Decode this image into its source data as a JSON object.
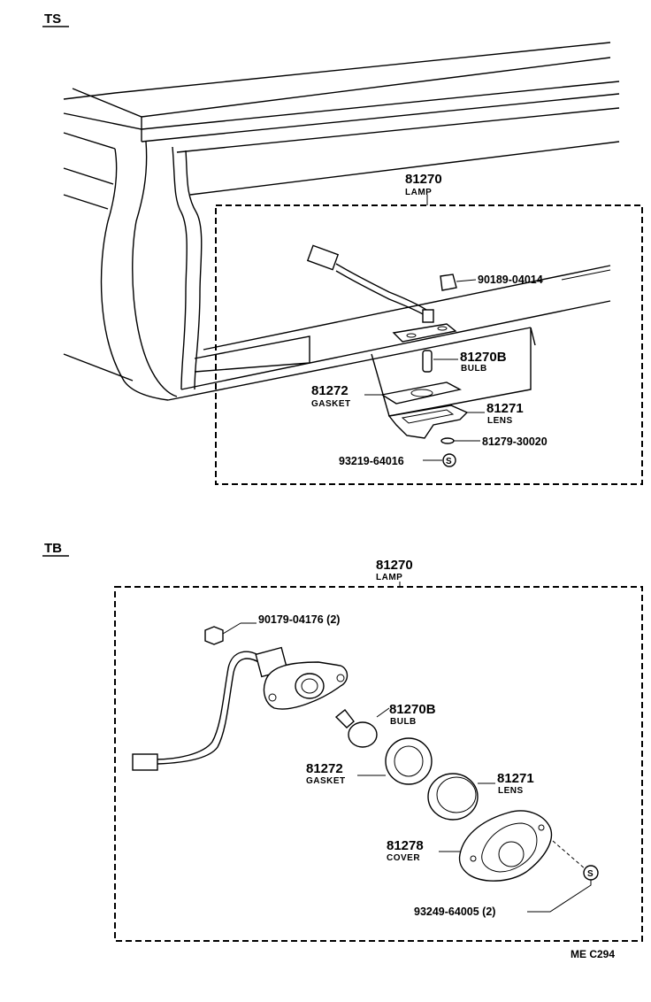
{
  "sections": {
    "ts": {
      "tag": "TS"
    },
    "tb": {
      "tag": "TB"
    }
  },
  "ts_labels": {
    "lamp_num": "81270",
    "lamp_name": "LAMP",
    "screw": "90189-04014",
    "bulb_num": "81270B",
    "bulb_name": "BULB",
    "gasket_num": "81272",
    "gasket_name": "GASKET",
    "lens_num": "81271",
    "lens_name": "LENS",
    "washer": "81279-30020",
    "screw2": "93219-64016",
    "s_mark": "S"
  },
  "tb_labels": {
    "lamp_num": "81270",
    "lamp_name": "LAMP",
    "grommet": "90179-04176 (2)",
    "bulb_num": "81270B",
    "bulb_name": "BULB",
    "gasket_num": "81272",
    "gasket_name": "GASKET",
    "lens_num": "81271",
    "lens_name": "LENS",
    "cover_num": "81278",
    "cover_name": "COVER",
    "screw": "93249-64005 (2)",
    "s_mark": "S"
  },
  "footer": {
    "code": "ME  C294"
  }
}
